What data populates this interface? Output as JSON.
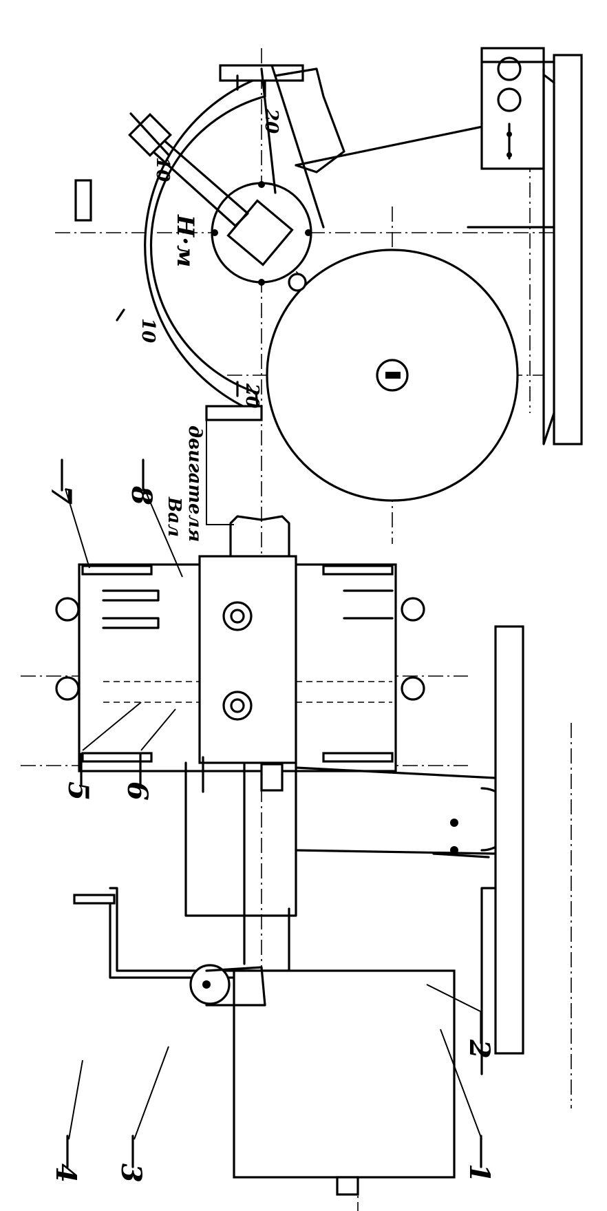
{
  "callouts": {
    "n1": "1",
    "n2": "2",
    "n3": "3",
    "n4": "4",
    "n5": "5",
    "n6": "6",
    "n7": "7",
    "n8": "8"
  },
  "shaft_label": {
    "line1": "Вал",
    "line2": "двигателя"
  },
  "dial": {
    "unit": "Н·м",
    "scale_left_outer": "20",
    "scale_left_inner": "10",
    "scale_right_inner": "10",
    "scale_right_outer": "20"
  },
  "colors": {
    "ink": "#000000",
    "paper": "#ffffff"
  }
}
